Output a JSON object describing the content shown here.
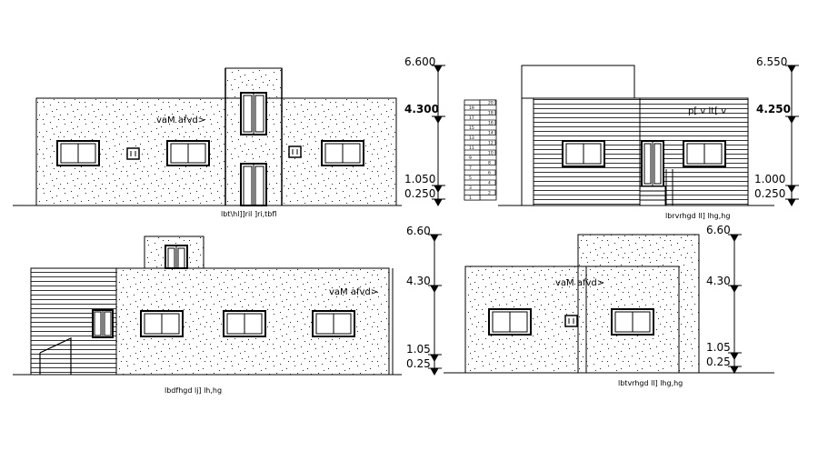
{
  "colors": {
    "ink": "#000000",
    "paper": "#ffffff",
    "stipple": "#222222"
  },
  "elevation_1": {
    "levels": [
      "6.600",
      "4.300",
      "1.050",
      "0.250"
    ],
    "wall_label": "vaM  afvd>",
    "caption": "lbt\\hl]]ril ]ri,tbfl"
  },
  "elevation_2": {
    "levels": [
      "6.550",
      "4.250",
      "1.000",
      "0.250"
    ],
    "wall_label": "p[ v  lt[ v",
    "caption": "lbrvrhgd ll] lhg,hg"
  },
  "elevation_3": {
    "levels": [
      "6.60",
      "4.30",
      "1.05",
      "0.25"
    ],
    "wall_label": "vaM  afvd>",
    "caption": "lbdfhgd lj] lh,hg"
  },
  "elevation_4": {
    "levels": [
      "6.60",
      "4.30",
      "1.05",
      "0.25"
    ],
    "wall_label": "vaM  afvd>",
    "caption": "lbtvrhgd ll] lhg,hg"
  },
  "stair_numbers": [
    "20",
    "19",
    "18",
    "17",
    "16",
    "15",
    "14",
    "13",
    "12",
    "11",
    "10",
    "9",
    "8",
    "7",
    "6",
    "5",
    "4",
    "3",
    "2",
    "1"
  ]
}
